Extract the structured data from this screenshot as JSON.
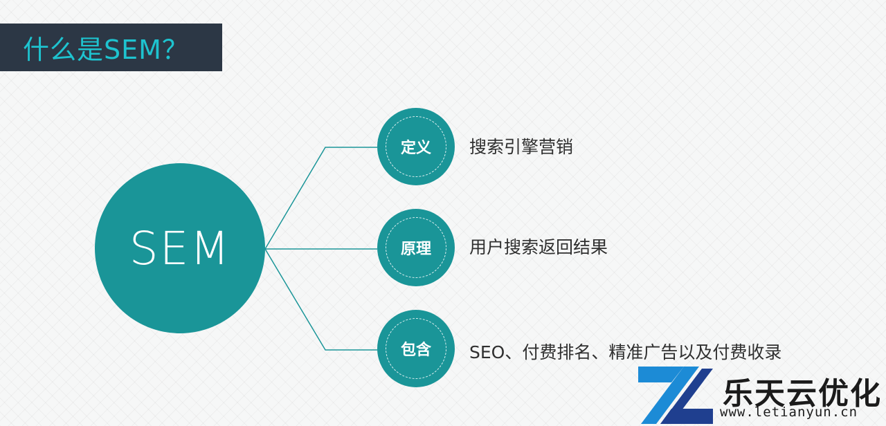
{
  "title": "什么是SEM？",
  "hub": {
    "label": "SEM"
  },
  "branches": [
    {
      "node": "定义",
      "text": "搜索引擎营销"
    },
    {
      "node": "原理",
      "text": "用户搜索返回结果"
    },
    {
      "node": "包含",
      "text": "SEO、付费排名、精准广告以及付费收录"
    }
  ],
  "logo": {
    "name": "乐天云优化",
    "url": "www.letianyun.cn"
  },
  "colors": {
    "teal": "#1a9598",
    "title_bar": "#2c3745",
    "title_text": "#1ec3cf",
    "logo_blue": "#1c8bd6",
    "logo_dark": "#1f3f8f"
  }
}
